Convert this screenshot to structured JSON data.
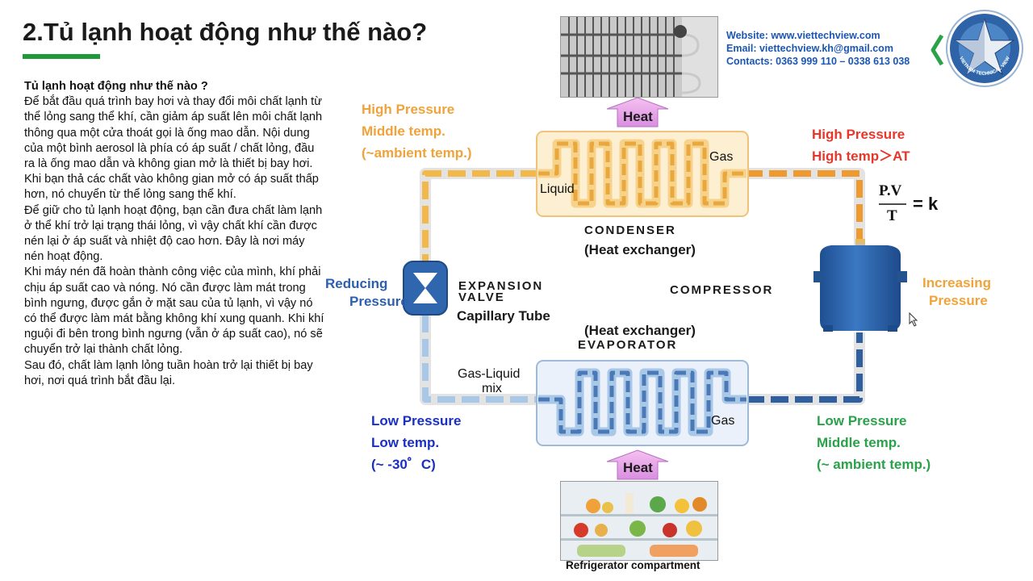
{
  "slide": {
    "title": "2.Tủ lạnh hoạt động như thế nào?",
    "body": {
      "question": "Tủ lạnh hoạt động như thế nào ?",
      "paragraphs": [
        "Để bắt đầu quá trình bay hơi và thay đổi môi chất lạnh từ thể lỏng sang thể khí, cần giảm áp suất lên môi chất lạnh thông qua một cửa thoát gọi là ống mao dẫn. Nội dung của một bình aerosol là phía có áp suất / chất lỏng, đầu ra là ống mao dẫn và không gian mở là thiết bị bay hơi. Khi bạn thả các chất vào không gian mở có áp suất thấp hơn, nó chuyển từ thể lỏng sang thể khí.",
        "Để giữ cho tủ lạnh hoạt động, bạn cần đưa chất làm lạnh ở thể khí trở lại trạng thái lỏng, vì vậy chất khí cần được nén lại ở áp suất và nhiệt độ cao hơn. Đây là nơi máy nén hoạt động.",
        "Khi máy nén đã hoàn thành công việc của mình, khí phải chịu áp suất cao và nóng. Nó cần được làm mát trong bình ngưng, được gắn ở mặt sau của tủ lạnh, vì vậy nó có thể được làm mát bằng không khí xung quanh. Khi khí nguội đi bên trong bình ngưng (vẫn ở áp suất cao), nó sẽ chuyển trở lại thành chất lỏng.",
        "Sau đó, chất làm lạnh lỏng tuần hoàn trở lại thiết bị bay hơi, nơi quá trình bắt đầu lại."
      ]
    },
    "contact": {
      "website": "Website: www.viettechview.com",
      "email": "Email: viettechview.kh@gmail.com",
      "phones": "Contacts: 0363 999 110 – 0338 613 038"
    },
    "logo_text": "VIETNAM TECHNICAL VIEW"
  },
  "diagram": {
    "heat_top": "Heat",
    "heat_bottom": "Heat",
    "condenser": {
      "title": "CONDENSER",
      "sub": "(Heat exchanger)",
      "liquid": "Liquid",
      "gas": "Gas"
    },
    "evaporator": {
      "sub": "(Heat exchanger)",
      "title": "EVAPORATOR",
      "mix_1": "Gas-Liquid",
      "mix_2": "mix",
      "gas": "Gas"
    },
    "expansion": {
      "line1": "EXPANSION",
      "line2": "VALVE",
      "sub": "Capillary Tube"
    },
    "compressor": "COMPRESSOR",
    "formula": {
      "numerator": "P.V",
      "denominator": "T",
      "rhs": "= k"
    },
    "top_left": [
      "High Pressure",
      "Middle temp.",
      "(~ambient temp.)"
    ],
    "top_right": [
      "High Pressure",
      "High temp＞AT"
    ],
    "left_mid": [
      "Reducing",
      "Pressure"
    ],
    "right_mid": [
      "Increasing",
      "Pressure"
    ],
    "bottom_left": [
      "Low  Pressure",
      "Low temp.",
      "(~ -30゜C)"
    ],
    "bottom_right": [
      "Low Pressure",
      "Middle temp.",
      "(~ ambient temp.)"
    ],
    "fridge_caption": "Refrigerator compartment"
  },
  "colors": {
    "title_bar": "#1e9a3a",
    "contact": "#1b56b4",
    "hot_pipe": "#f2b94a",
    "cold_pipe": "#3b6fb8",
    "compressor": "#2f66ad"
  }
}
